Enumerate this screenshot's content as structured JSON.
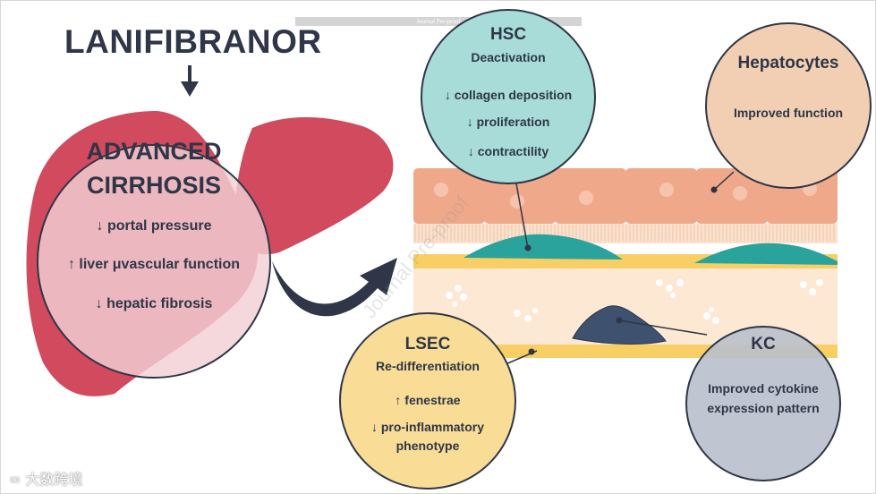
{
  "header": {
    "journal_banner": "Journal Pre-proof"
  },
  "drug": {
    "name": "LANIFIBRANOR"
  },
  "liver": {
    "title_line1": "ADVANCED",
    "title_line2": "CIRRHOSIS",
    "effects": [
      "↓ portal pressure",
      "↑ liver μvascular function",
      "↓ hepatic fibrosis"
    ]
  },
  "hsc": {
    "title": "HSC",
    "subtitle": "Deactivation",
    "effects": [
      "↓ collagen deposition",
      "↓ proliferation",
      "↓ contractility"
    ]
  },
  "hepatocytes": {
    "title": "Hepatocytes",
    "effect": "Improved function"
  },
  "lsec": {
    "title": "LSEC",
    "subtitle": "Re-differentiation",
    "effects": [
      "↑ fenestrae",
      "↓ pro-inflammatory",
      "phenotype"
    ]
  },
  "kc": {
    "title": "KC",
    "effect_line1": "Improved cytokine",
    "effect_line2": "expression pattern"
  },
  "watermark": {
    "text": "Journal Pre-proof",
    "logo_text": "大数跨境"
  },
  "colors": {
    "liver_red": "#d24a5e",
    "liver_pink": "#e9b6bd",
    "hsc_teal": "#a8dcd8",
    "hepatocyte_peach": "#f2cfb3",
    "lsec_yellow": "#f9dc95",
    "kc_gray": "#b9c0cc",
    "dark_navy": "#2e3647"
  }
}
